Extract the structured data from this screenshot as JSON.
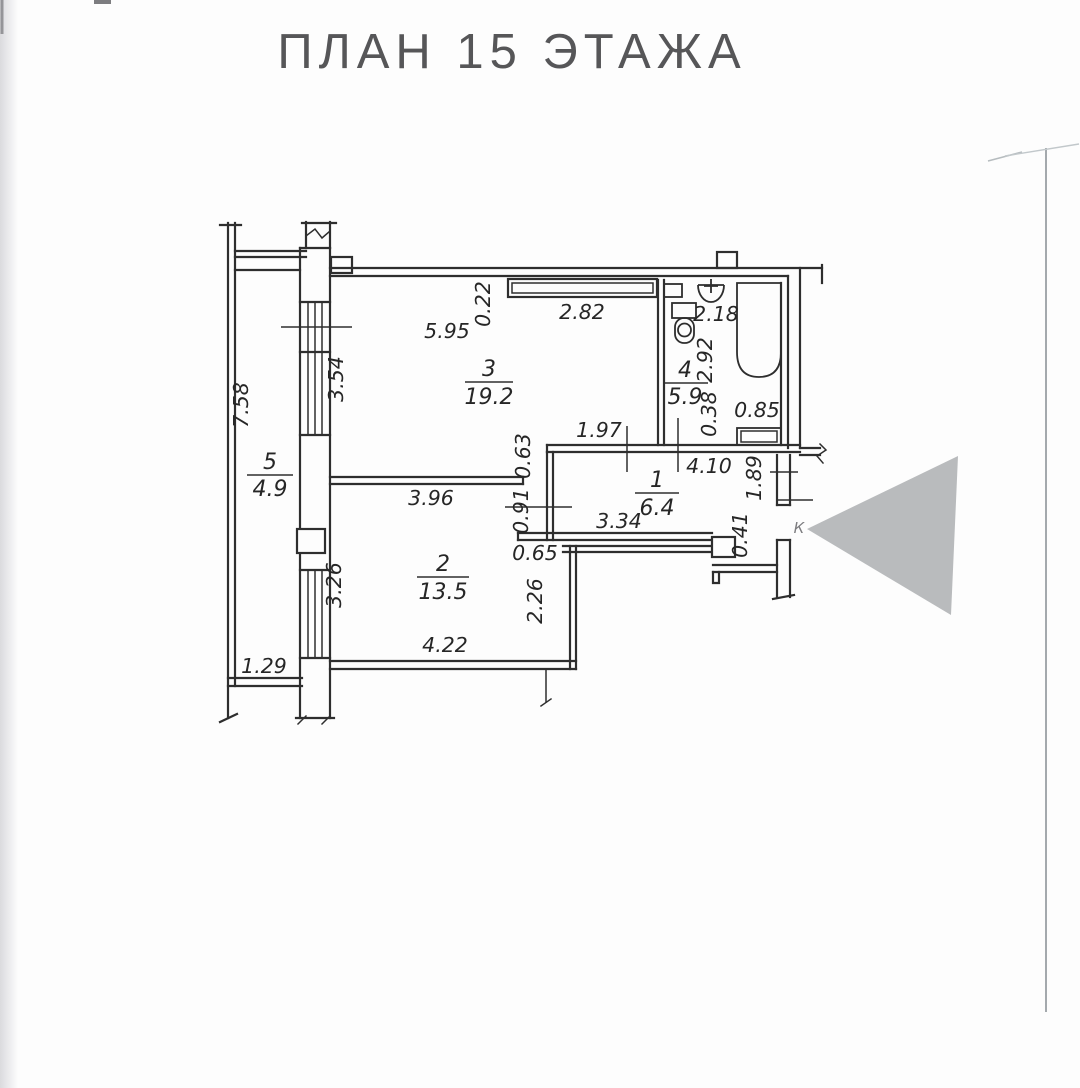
{
  "title": "ПЛАН 15 ЭТАЖА",
  "floor_plan": {
    "rooms": [
      {
        "number": "1",
        "area": "6.4"
      },
      {
        "number": "2",
        "area": "13.5"
      },
      {
        "number": "3",
        "area": "19.2"
      },
      {
        "number": "4",
        "area": "5.9"
      },
      {
        "number": "5",
        "area": "4.9"
      }
    ],
    "dimensions": {
      "left_total": "7.58",
      "window_left_upper": "3.54",
      "room3_width": "5.95",
      "top_offset": "0.22",
      "top_window": "2.82",
      "bath_width": "2.18",
      "bath_height": "2.92",
      "bath_step": "0.38",
      "bath_niche": "0.85",
      "hall_door_top": "1.97",
      "hall_offset_top": "0.63",
      "hall_width_top": "4.10",
      "entry_wall": "1.89",
      "hall_offset_left": "0.91",
      "hall_width_bottom": "3.34",
      "entry_pier": "0.41",
      "step_bottom": "0.65",
      "step_height": "2.26",
      "room2_width_top": "3.96",
      "window_left_lower": "3.26",
      "room2_width_bottom": "4.22",
      "balcony_bottom": "1.29"
    },
    "entry_mark": "К"
  },
  "colors": {
    "ink": "#2e2e2e",
    "arrow_fill": "#b9bbbd",
    "page_edge": "#8f959a",
    "paper": "#fdfdfd"
  }
}
